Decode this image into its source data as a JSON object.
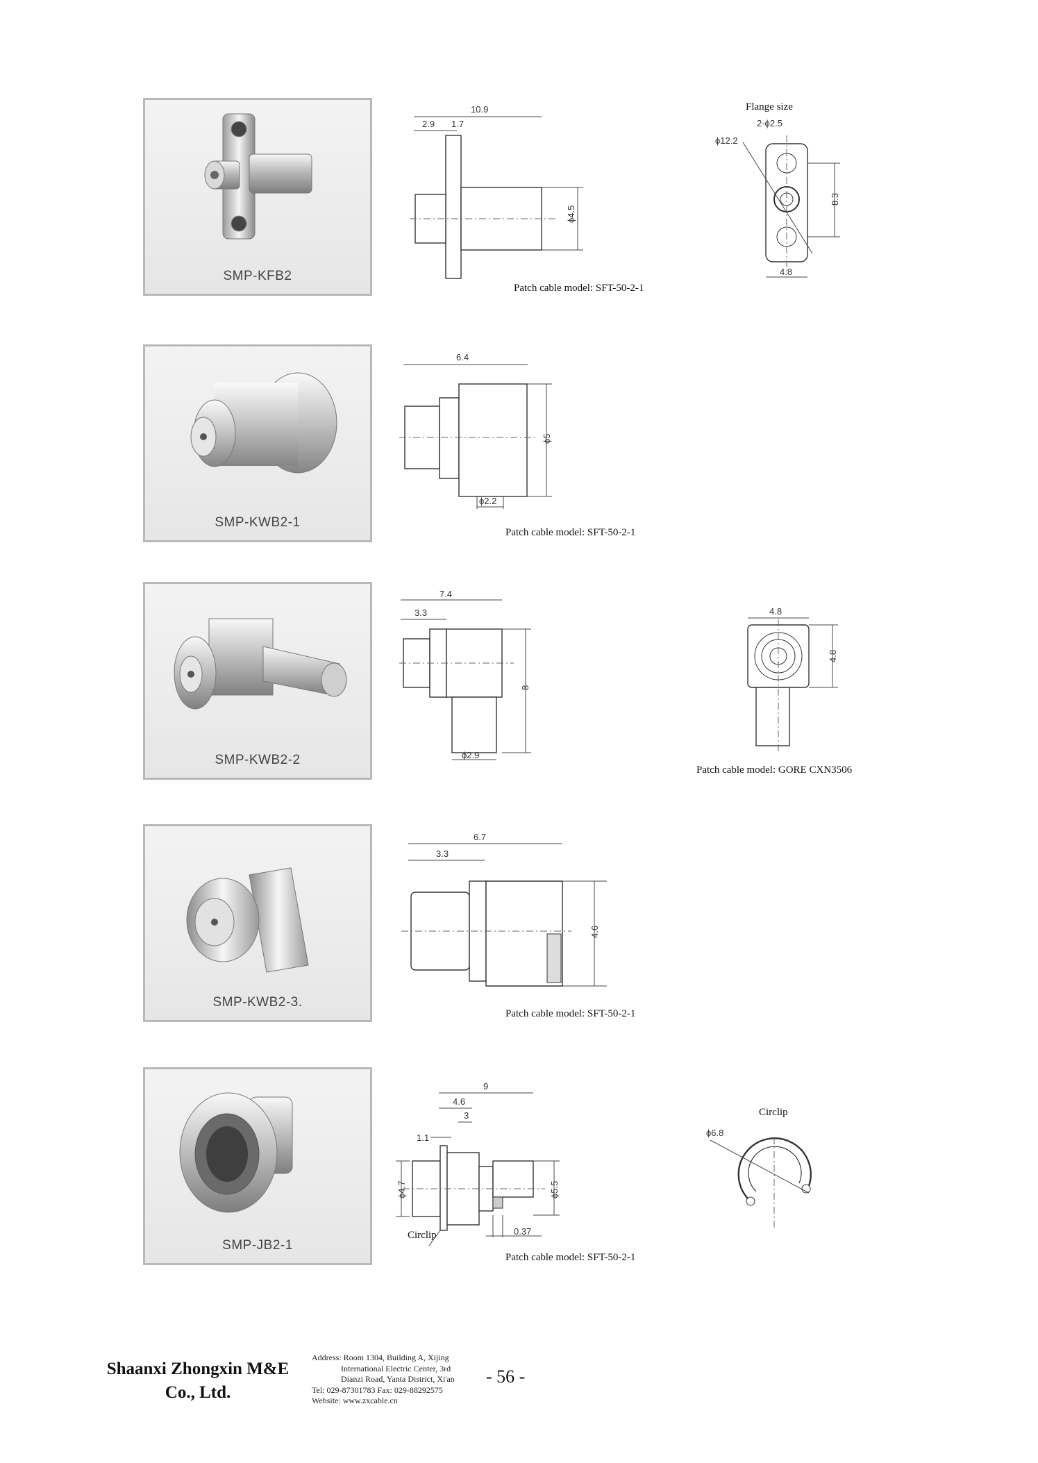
{
  "products": [
    {
      "model": "SMP-KFB2",
      "patch_cable": "Patch cable model: SFT-50-2-1",
      "flange_label": "Flange size",
      "dims": {
        "total": "10.9",
        "a": "2.9",
        "b": "1.7",
        "dia": "ϕ4.5",
        "flange_dia": "ϕ12.2",
        "holes": "2-ϕ2.5",
        "h": "8.3",
        "w": "4.8"
      }
    },
    {
      "model": "SMP-KWB2-1",
      "patch_cable": "Patch cable model: SFT-50-2-1",
      "dims": {
        "total": "6.4",
        "dia": "ϕ5",
        "pin": "ϕ2.2"
      }
    },
    {
      "model": "SMP-KWB2-2",
      "patch_cable": "Patch cable model: GORE CXN3506",
      "dims": {
        "total": "7.4",
        "a": "3.3",
        "h": "8",
        "pin": "ϕ2.9",
        "side_w": "4.8",
        "side_h": "4.8"
      }
    },
    {
      "model": "SMP-KWB2-3.",
      "patch_cable": "Patch cable model: SFT-50-2-1",
      "dims": {
        "total": "6.7",
        "a": "3.3",
        "h": "4.6"
      }
    },
    {
      "model": "SMP-JB2-1",
      "patch_cable": "Patch cable model: SFT-50-2-1",
      "circlip_label": "Circlip",
      "circlip_detail_label": "Circlip",
      "dims": {
        "total": "9",
        "a": "4.6",
        "b": "3",
        "c": "1.1",
        "dia_left": "ϕ4.7",
        "dia_right": "ϕ5.5",
        "gap": "0.37",
        "clip_dia": "ϕ6.8"
      }
    }
  ],
  "footer": {
    "company_line1": "Shaanxi Zhongxin M&E",
    "company_line2": "Co., Ltd.",
    "address_lines": [
      "Address: Room 1304, Building A, Xijing",
      "International Electric Center, 3rd",
      "Dianzi Road, Yanta District, Xi'an",
      "Tel: 029-87301783    Fax: 029-88292575",
      "Website: www.zxcable.cn"
    ],
    "page_number": "- 56 -"
  }
}
